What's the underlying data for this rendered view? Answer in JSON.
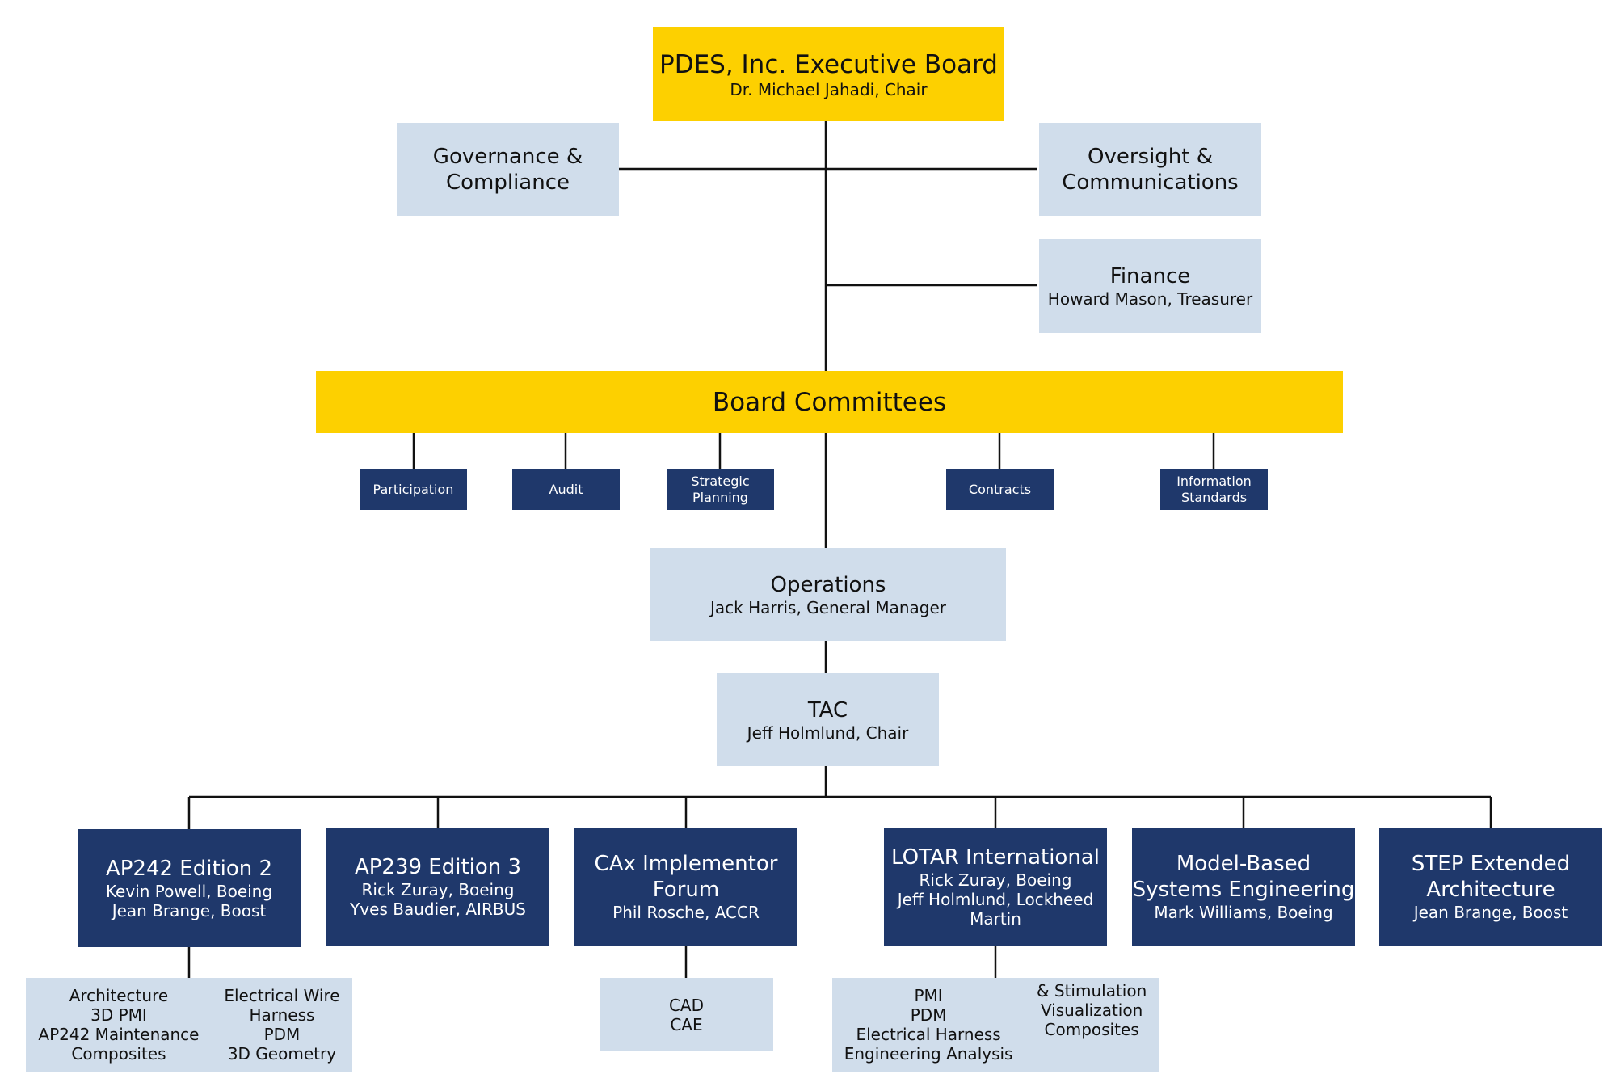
{
  "executive_board": {
    "title": "PDES, Inc. Executive Board",
    "subtitle": "Dr. Michael Jahadi, Chair"
  },
  "governance": {
    "line1": "Governance &",
    "line2": "Compliance"
  },
  "oversight": {
    "line1": "Oversight &",
    "line2": "Communications"
  },
  "finance": {
    "title": "Finance",
    "subtitle": "Howard Mason, Treasurer"
  },
  "board_committees": {
    "title": "Board Committees",
    "committees": [
      {
        "line1": "Participation"
      },
      {
        "line1": "Audit"
      },
      {
        "line1": "Strategic",
        "line2": "Planning"
      },
      {
        "line1": "Contracts"
      },
      {
        "line1": "Information",
        "line2": "Standards"
      }
    ]
  },
  "operations": {
    "title": "Operations",
    "subtitle": "Jack Harris, General Manager"
  },
  "tac": {
    "title": "TAC",
    "subtitle": "Jeff Holmlund, Chair"
  },
  "groups": [
    {
      "title": [
        "AP242 Edition 2"
      ],
      "people": [
        "Kevin Powell, Boeing",
        "Jean Brange, Boost"
      ]
    },
    {
      "title": [
        "AP239 Edition 3"
      ],
      "people": [
        "Rick Zuray, Boeing",
        "Yves Baudier, AIRBUS"
      ]
    },
    {
      "title": [
        "CAx Implementor",
        "Forum"
      ],
      "people": [
        "Phil Rosche, ACCR"
      ]
    },
    {
      "title": [
        "LOTAR International"
      ],
      "people": [
        "Rick Zuray, Boeing",
        "Jeff Holmlund, Lockheed",
        "Martin"
      ]
    },
    {
      "title": [
        "Model-Based",
        "Systems Engineering"
      ],
      "people": [
        "Mark Williams, Boeing"
      ]
    },
    {
      "title": [
        "STEP Extended",
        "Architecture"
      ],
      "people": [
        "Jean Brange, Boost"
      ]
    }
  ],
  "ap242_topics": {
    "left": [
      "Architecture",
      "3D PMI",
      "AP242 Maintenance",
      "Composites"
    ],
    "right": [
      "Electrical Wire",
      "Harness",
      "PDM",
      "3D Geometry"
    ]
  },
  "cax_topics": {
    "items": [
      "CAD",
      "CAE"
    ]
  },
  "lotar_topics": {
    "left": [
      "PMI",
      "PDM",
      "Electrical Harness",
      "Engineering Analysis"
    ],
    "right": [
      "& Stimulation",
      "Visualization",
      "Composites"
    ]
  },
  "colors": {
    "yellow": "#fdd000",
    "light_blue": "#d0ddeb",
    "navy": "#1f386b",
    "line": "#111111"
  }
}
